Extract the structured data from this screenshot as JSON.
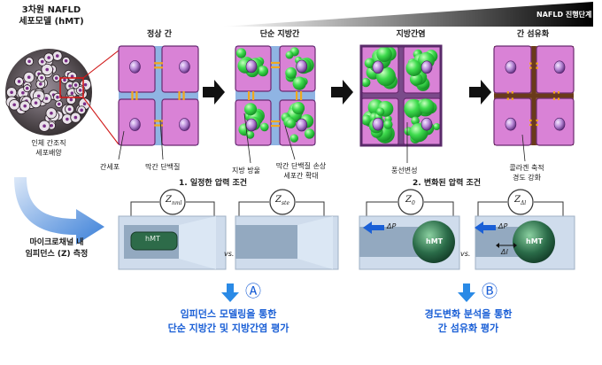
{
  "model_title": "3차원 NAFLD\n세포모델 (hMT)",
  "model_caption": "인체 간조직\n세포배양",
  "nafld_stage_label": "NAFLD 진행단계",
  "stages": [
    {
      "title": "정상 간"
    },
    {
      "title": "단순 지방간"
    },
    {
      "title": "지방간염"
    },
    {
      "title": "간 섬유화"
    }
  ],
  "annotations": {
    "hepatocyte": "간세포",
    "tight_junction": "막간 단백질",
    "lipid_droplet": "지방 방울",
    "junction_damage": "막간 단백질 손상\n세포간 확대",
    "ballooning": "풍선변성",
    "collagen": "콜라겐 축적\n경도 강화"
  },
  "microchannel_label": "마이크로채널 내\n임피던스 (Z) 측정",
  "condition_1_title": "1. 일정한 압력 조건",
  "condition_2_title": "2. 변화된 압력 조건",
  "impedance_labels": {
    "z_nml": "Z",
    "z_nml_sub": "nml",
    "z_ste": "Z",
    "z_ste_sub": "ste",
    "z0": "Z",
    "z0_sub": "0",
    "zdelta": "Z",
    "zdelta_sub": "Δl"
  },
  "hmt_label": "hMT",
  "vs_label": "vs.",
  "delta_p": "ΔP",
  "delta_l": "Δl",
  "result_a_marker": "Ⓐ",
  "result_a_text": "임피던스 모델링을 통한\n단순 지방간 및 지방간염 평가",
  "result_b_marker": "Ⓑ",
  "result_b_text": "경도변화 분석을 통한\n간 섬유화 평가",
  "colors": {
    "cell_pink": "#d982d6",
    "cell_border": "#6a2a70",
    "junction": "#f2a81e",
    "gap_blue": "#8fb4e3",
    "lipid_green": "#38d64a",
    "channel_blue": "#b9d3ee",
    "accent_blue": "#1a5fd6",
    "arrow_blue": "#2a8ae6"
  }
}
